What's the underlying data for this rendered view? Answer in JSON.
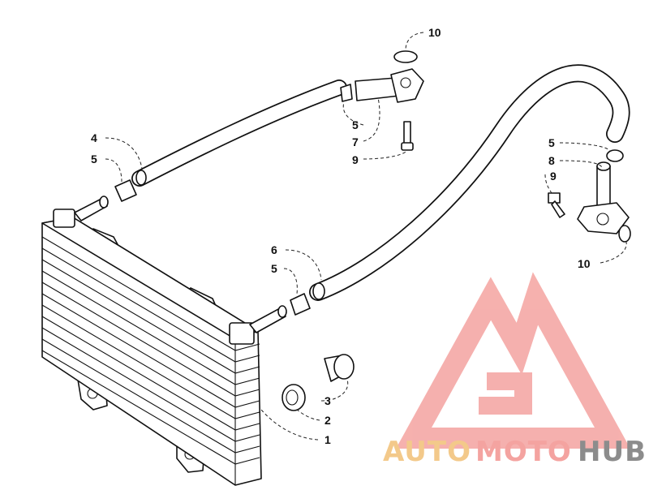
{
  "diagram": {
    "callouts": [
      {
        "id": "c1",
        "label": "1"
      },
      {
        "id": "c2",
        "label": "2"
      },
      {
        "id": "c3",
        "label": "3"
      },
      {
        "id": "c4",
        "label": "4"
      },
      {
        "id": "c5a",
        "label": "5"
      },
      {
        "id": "c5b",
        "label": "5"
      },
      {
        "id": "c5c",
        "label": "5"
      },
      {
        "id": "c5d",
        "label": "5"
      },
      {
        "id": "c6",
        "label": "6"
      },
      {
        "id": "c7",
        "label": "7"
      },
      {
        "id": "c8",
        "label": "8"
      },
      {
        "id": "c9a",
        "label": "9"
      },
      {
        "id": "c9b",
        "label": "9"
      },
      {
        "id": "c10a",
        "label": "10"
      },
      {
        "id": "c10b",
        "label": "10"
      }
    ]
  },
  "watermark": {
    "text_auto": "AUTO",
    "text_moto": "MOTO",
    "text_hub": "HUB",
    "color_auto": "#f3c98a",
    "color_moto": "#f4a3a0",
    "color_hub": "#8c8c8c",
    "logo_color": "#f4a3a0"
  }
}
